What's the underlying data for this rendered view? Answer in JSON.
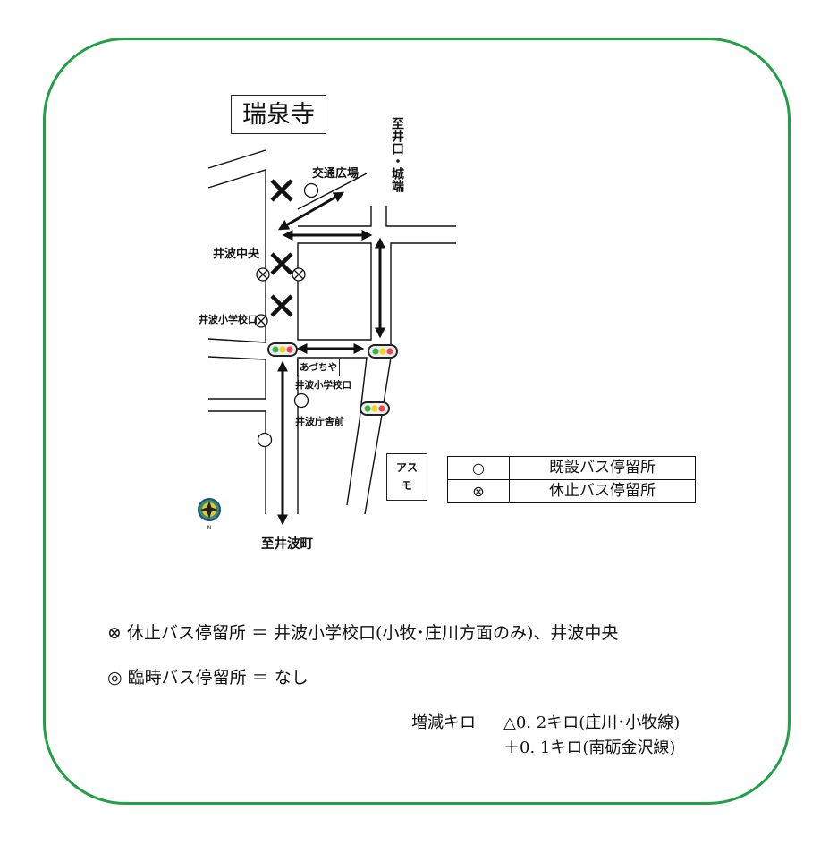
{
  "map": {
    "title": "瑞泉寺",
    "destinations": {
      "north_east": "至井口・城端",
      "south": "至井波町"
    },
    "labels": {
      "traffic_plaza": "交通広場",
      "inami_chuo": "井波中央",
      "inami_school_west": "井波小学校口",
      "azuchiya": "あづちや",
      "inami_school_east": "井波小学校口",
      "inami_office": "井波庁舎前",
      "asumo": "アスモ"
    },
    "compass_label": "N",
    "colors": {
      "frame": "#21a046",
      "signal_green": "#3bb54a",
      "signal_yellow": "#f4d21f",
      "signal_red": "#e94b5b"
    },
    "icons": {
      "compass": "compass-icon",
      "closed_stop": "x-mark-icon",
      "existing_stop": "circle-icon",
      "suspended_stop": "circled-x-icon",
      "signal": "traffic-light-icon"
    }
  },
  "legend": {
    "rows": [
      {
        "symbol": "○",
        "label": "既設バス停留所"
      },
      {
        "symbol": "⊗",
        "label": "休止バス停留所"
      }
    ]
  },
  "notes": {
    "suspended": "⊗ 休止バス停留所 ＝ 井波小学校口(小牧･庄川方面のみ)、井波中央",
    "temporary": "◎ 臨時バス停留所 ＝ なし",
    "distance_change_label": "増減キロ",
    "distance_changes": [
      "△0. 2キロ(庄川･小牧線)",
      "＋0. 1キロ(南砺金沢線)"
    ]
  }
}
